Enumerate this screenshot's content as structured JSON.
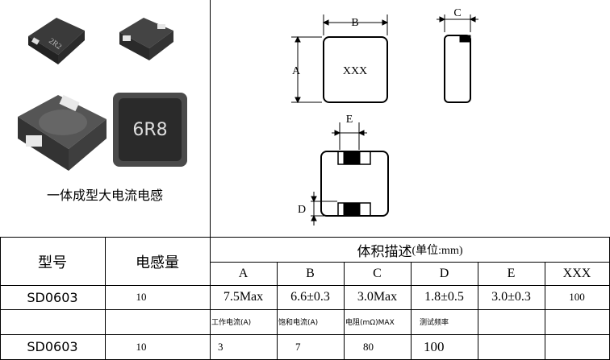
{
  "photo_caption": "一体成型大电流电感",
  "chip_labels": {
    "small_chip": "2R2",
    "large_chip": "6R8"
  },
  "diagram": {
    "label_a": "A",
    "label_b": "B",
    "label_c": "C",
    "label_d": "D",
    "label_e": "E",
    "body_text": "XXX"
  },
  "table": {
    "col_model": "型号",
    "col_inductance": "电感量",
    "group_header": "体积描述",
    "group_unit": "(单位:mm)",
    "dim_headers": [
      "A",
      "B",
      "C",
      "D",
      "E",
      "XXX"
    ],
    "row1": {
      "model": "SD0603",
      "inductance": "10",
      "values": [
        "7.5Max",
        "6.6±0.3",
        "3.0Max",
        "1.8±0.5",
        "3.0±0.3",
        "100"
      ]
    },
    "row2_headers": [
      "工作电流(A)",
      "饱和电流(A)",
      "电阻(mΩ)MAX",
      "测试频率"
    ],
    "row3": {
      "model": "SD0603",
      "inductance": "10",
      "values": [
        "3",
        "7",
        "80",
        "100"
      ]
    }
  }
}
